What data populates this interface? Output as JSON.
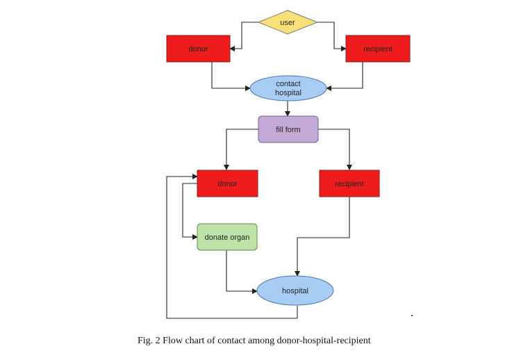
{
  "diagram": {
    "nodes": {
      "user": {
        "label": "user",
        "color": "#fbe07a"
      },
      "donor_top": {
        "label": "donor",
        "color": "#ee1c1c"
      },
      "recipient_top": {
        "label": "recipient",
        "color": "#ee1c1c"
      },
      "contact_hospital": {
        "label_lines": [
          "contact",
          "hospital"
        ],
        "color": "#a8cdf5"
      },
      "fill_form": {
        "label": "fill form",
        "color": "#c3a9d6"
      },
      "donor_mid": {
        "label": "donor",
        "color": "#ee1c1c"
      },
      "recipient_mid": {
        "label": "recipient",
        "color": "#ee1c1c"
      },
      "donate_organ": {
        "label": "donate organ",
        "color": "#bee3a8"
      },
      "hospital": {
        "label": "hospital",
        "color": "#a8cdf5"
      }
    }
  },
  "caption": "Fig. 2 Flow chart of contact among donor-hospital-recipient"
}
